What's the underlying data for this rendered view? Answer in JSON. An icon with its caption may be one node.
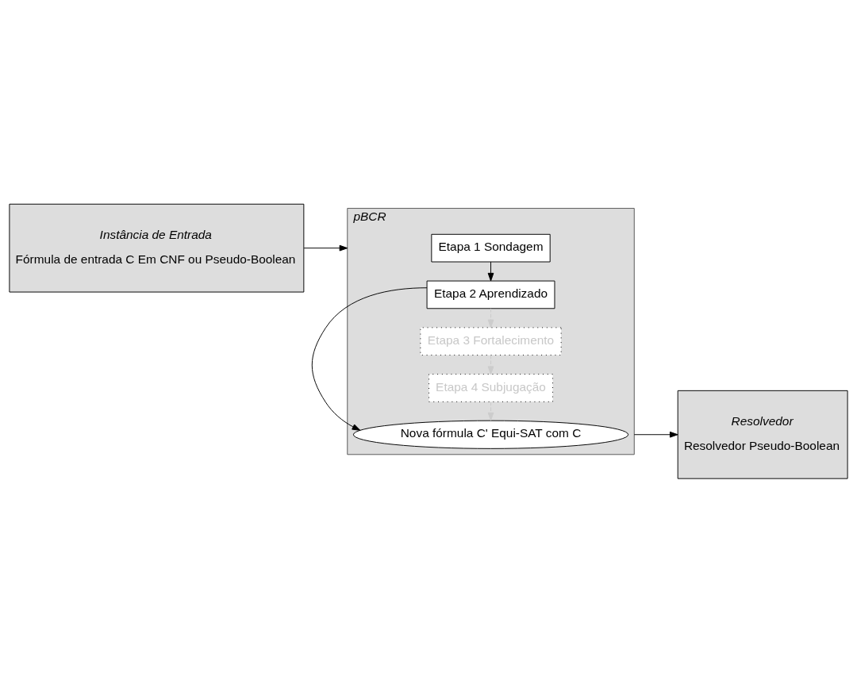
{
  "diagram": {
    "nodes": [
      {
        "text": [
          "Instância de Entrada",
          "Fórmula de entrada C Em CNF ou Pseudo-Boolean"
        ]
      },
      {
        "text": [
          "pBCR"
        ]
      },
      {
        "text": [
          "Etapa 1 Sondagem"
        ],
        "in": 1
      },
      {
        "text": [
          "Etapa 2 Aprendizado"
        ],
        "in": 1
      },
      {
        "text": [
          "Etapa 3 Fortalecimento"
        ],
        "in": 1
      },
      {
        "text": [
          "Etapa 4 Subjugação"
        ],
        "in": 1
      },
      {
        "text": [
          "Nova fórmula C' Equi-SAT com C"
        ],
        "in": 1
      },
      {
        "text": [
          "Resolvedor",
          "Resolvedor Pseudo-Boolean"
        ]
      }
    ],
    "edges": [
      {
        "from": 0,
        "to": 1,
        "arrow": "to"
      },
      {
        "from": 2,
        "to": 3,
        "arrow": "to"
      },
      {
        "from": 3,
        "to": 4,
        "arrow": "to",
        "style": "dashed",
        "color": "#cccccc"
      },
      {
        "from": 4,
        "to": 5,
        "arrow": "to",
        "style": "dashed",
        "color": "#cccccc"
      },
      {
        "from": 5,
        "to": 6,
        "arrow": "to",
        "style": "dashed",
        "color": "#cccccc"
      },
      {
        "from": 3,
        "to": 6,
        "arrow": "to"
      },
      {
        "from": 1,
        "to": 7,
        "arrow": "to"
      }
    ]
  }
}
